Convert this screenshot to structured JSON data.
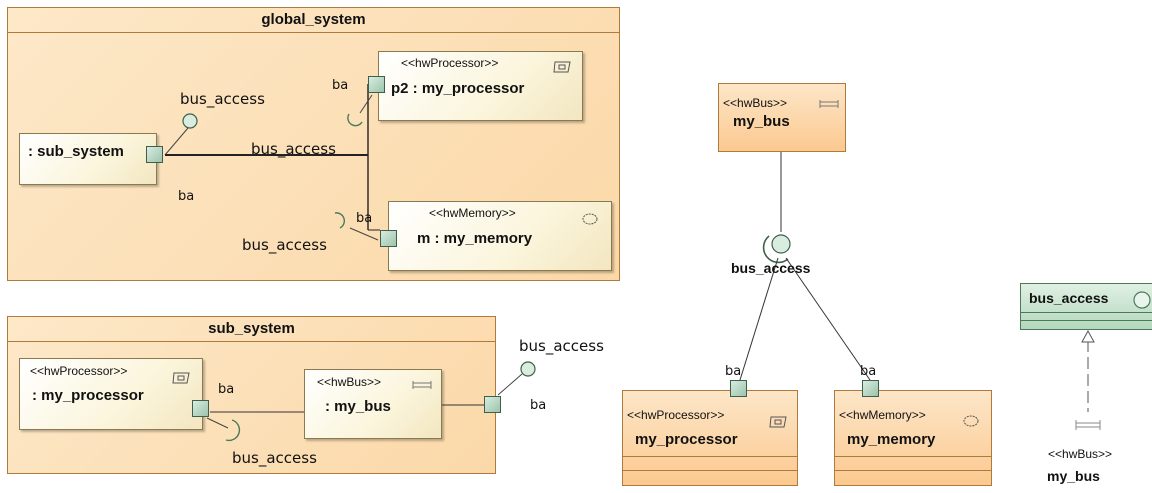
{
  "global_system": {
    "title": "global_system",
    "processor_part": {
      "stereotype": "<<hwProcessor>>",
      "name": "p2 : my_processor"
    },
    "memory_part": {
      "stereotype": "<<hwMemory>>",
      "name": "m : my_memory"
    },
    "sub_system_part": {
      "name": ": sub_system"
    },
    "labels": {
      "bus_access_provided": "bus_access",
      "ba_processor": "ba",
      "bus_access_connector": "bus_access",
      "ba_sub_system": "ba",
      "ba_memory": "ba",
      "bus_access_memory": "bus_access"
    }
  },
  "sub_system": {
    "title": "sub_system",
    "processor_part": {
      "stereotype": "<<hwProcessor>>",
      "name": ": my_processor"
    },
    "bus_part": {
      "stereotype": "<<hwBus>>",
      "name": ": my_bus"
    },
    "labels": {
      "ba_processor": "ba",
      "bus_access_required": "bus_access",
      "bus_access_provided": "bus_access",
      "ba_outer": "ba"
    }
  },
  "class_diagram": {
    "bus": {
      "stereotype": "<<hwBus>>",
      "name": "my_bus"
    },
    "interface_label": "bus_access",
    "processor": {
      "stereotype": "<<hwProcessor>>",
      "name": "my_processor",
      "port": "ba"
    },
    "memory": {
      "stereotype": "<<hwMemory>>",
      "name": "my_memory",
      "port": "ba"
    }
  },
  "realization": {
    "interface": {
      "name": "bus_access"
    },
    "bus": {
      "stereotype": "<<hwBus>>",
      "name": "my_bus"
    }
  },
  "icons": [
    "processor-icon",
    "memory-icon",
    "bus-icon",
    "provided-interface-icon",
    "required-interface-icon"
  ],
  "colors": {
    "frame_border": "#b07a3a",
    "frame_fill": "#fde8c8",
    "port_fill": "#9cc4ac",
    "interface_fill": "#b4d8bc"
  }
}
